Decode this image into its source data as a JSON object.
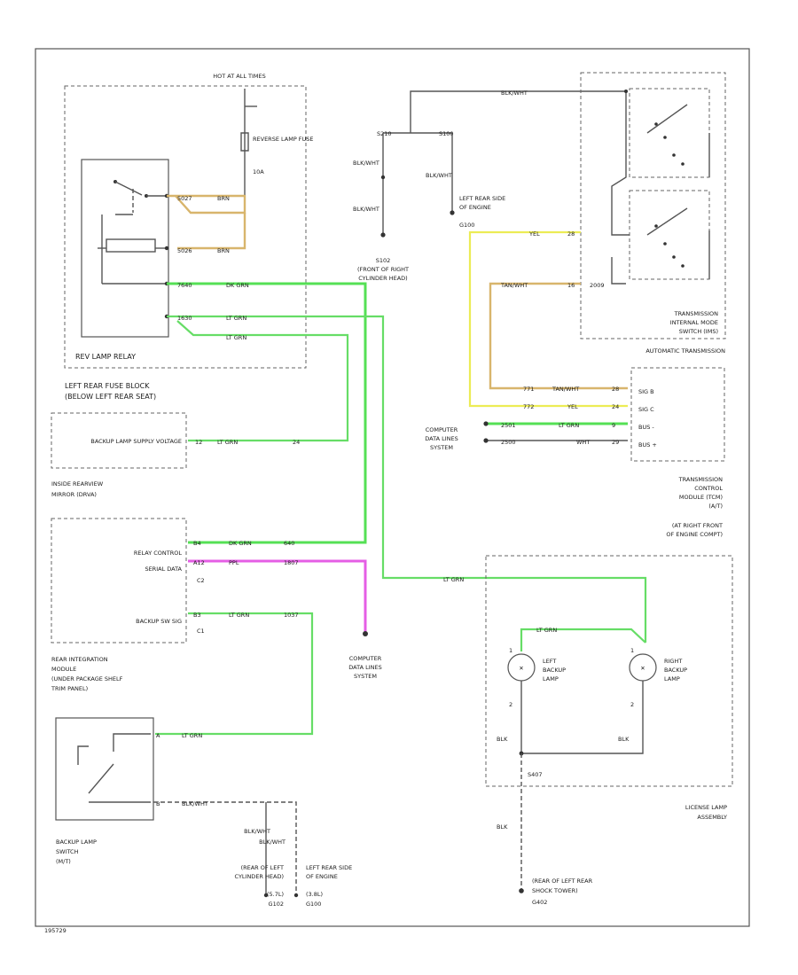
{
  "diagram": {
    "footer_code": "195729",
    "fuse_block": {
      "hot_label": "HOT AT ALL TIMES",
      "fuse_name": "REVERSE LAMP FUSE",
      "fuse_rating": "10A",
      "relay_name": "REV LAMP RELAY",
      "block_label_1": "LEFT REAR FUSE BLOCK",
      "block_label_2": "(BELOW LEFT REAR SEAT)",
      "w_top_code": "5027",
      "w_top_color": "BRN",
      "w_mid_code": "5026",
      "w_mid_color": "BRN",
      "w_dkgrn_code": "7640",
      "w_dkgrn_color": "DK GRN",
      "w_ltgrn_code": "1630",
      "w_ltgrn_color": "LT GRN",
      "w_ltgrn2_color": "LT GRN"
    },
    "splices": {
      "s210_label": "S210",
      "s102_label": "S102",
      "s102_desc_1": "(FRONT OF RIGHT",
      "s102_desc_2": "CYLINDER HEAD)",
      "blk_wht_1": "BLK/WHT",
      "blk_wht_2": "BLK/WHT",
      "blk_wht_3": "BLK/WHT",
      "blk_wht_4": "BLK/WHT",
      "top_wire": "BLK/WHT",
      "s100_label": "G100",
      "g100_desc_1": "LEFT REAR SIDE",
      "g100_desc_2": "OF ENGINE",
      "s100": "S100"
    },
    "transmission": {
      "yel_code": "YEL",
      "yel_num": "28",
      "tan_label": "TAN/WHT",
      "tan_num": "16",
      "tan_code": "2009",
      "mode_label_1": "TRANSMISSION",
      "mode_label_2": "INTERNAL MODE",
      "mode_label_3": "SWITCH (IMS)",
      "auto_label": "AUTOMATIC TRANSMISSION"
    },
    "tcm": {
      "pin_a": "SIG B",
      "pin_b": "SIG C",
      "pin_c": "BUS -",
      "pin_d": "BUS +",
      "row1_num": "771",
      "row1_color": "TAN/WHT",
      "row1_pin": "28",
      "row2_num": "772",
      "row2_color": "YEL",
      "row2_pin": "24",
      "row3_num": "2501",
      "row3_color": "LT GRN",
      "row3_pin": "9",
      "row4_num": "2500",
      "row4_color": "WHT",
      "row4_pin": "29",
      "data_lines_1": "COMPUTER",
      "data_lines_2": "DATA LINES",
      "data_lines_3": "SYSTEM",
      "label_1": "TRANSMISSION",
      "label_2": "CONTROL",
      "label_3": "MODULE (TCM)",
      "label_4": "(A/T)",
      "label_5": "(AT RIGHT FRONT",
      "label_6": "OF ENGINE COMPT)"
    },
    "mirror": {
      "name": "BACKUP LAMP SUPPLY VOLTAGE",
      "pin": "12",
      "color": "LT GRN",
      "circ": "24",
      "label_1": "INSIDE REARVIEW",
      "label_2": "MIRROR (DRVA)"
    },
    "rim": {
      "relay_control": "RELAY CONTROL",
      "serial_data": "SERIAL DATA",
      "backup_sw": "BACKUP SW SIG",
      "conn_c2": "C2",
      "conn_c1": "C1",
      "rc_pin": "B4",
      "rc_color": "DK GRN",
      "rc_circ": "640",
      "sd_pin": "A12",
      "sd_color": "PPL",
      "sd_circ": "1807",
      "bs_pin": "B3",
      "bs_color": "LT GRN",
      "bs_circ": "1037",
      "label_1": "REAR INTEGRATION",
      "label_2": "MODULE",
      "label_3": "(UNDER PACKAGE SHELF",
      "label_4": "TRIM PANEL)",
      "data_1": "COMPUTER",
      "data_2": "DATA LINES",
      "data_3": "SYSTEM"
    },
    "lamps": {
      "top_wire_color": "LT GRN",
      "inner_wire_color": "LT GRN",
      "left_name_1": "LEFT",
      "left_name_2": "BACKUP",
      "left_name_3": "LAMP",
      "right_name_1": "RIGHT",
      "right_name_2": "BACKUP",
      "right_name_3": "LAMP",
      "blk_1": "BLK",
      "blk_2": "BLK",
      "s407": "S407",
      "assembly_1": "LICENSE LAMP",
      "assembly_2": "ASSEMBLY",
      "ground_wire": "BLK",
      "ground_label_1": "(REAR OF LEFT REAR",
      "ground_label_2": "SHOCK TOWER)",
      "ground_code": "G402",
      "pin_top_l": "1",
      "pin_bot_l": "2",
      "pin_top_r": "1",
      "pin_bot_r": "2"
    },
    "switch": {
      "pin_a": "A",
      "pin_b": "B",
      "wire_color": "LT GRN",
      "gnd_wire": "BLK/WHT",
      "name_1": "BACKUP LAMP",
      "name_2": "SWITCH",
      "name_3": "(M/T)",
      "blk_wht": "BLK/WHT",
      "g102_1": "(REAR OF LEFT",
      "g102_2": "CYLINDER HEAD)",
      "g102_3": "(5.7L)",
      "g102_4": "G102",
      "g100_1": "LEFT REAR SIDE",
      "g100_2": "OF ENGINE",
      "g100_3": "(3.8L)",
      "g100_4": "G100"
    }
  }
}
